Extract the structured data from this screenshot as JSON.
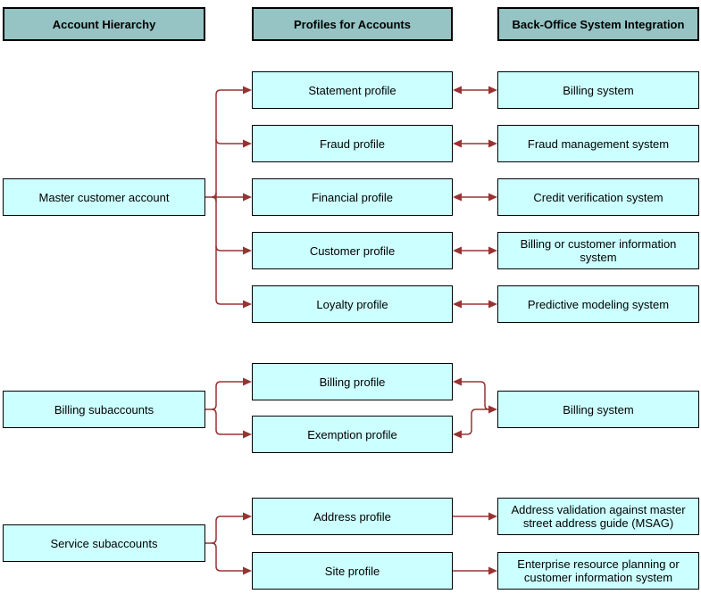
{
  "headers": {
    "account_hierarchy": "Account Hierarchy",
    "profiles_for_accounts": "Profiles for Accounts",
    "back_office": "Back-Office System Integration"
  },
  "accounts": {
    "master": "Master customer account",
    "billing_subaccounts": "Billing subaccounts",
    "service_subaccounts": "Service subaccounts"
  },
  "profiles": {
    "statement": "Statement profile",
    "fraud": "Fraud profile",
    "financial": "Financial profile",
    "customer": "Customer profile",
    "loyalty": "Loyalty profile",
    "billing": "Billing profile",
    "exemption": "Exemption profile",
    "address": "Address profile",
    "site": "Site profile"
  },
  "systems": {
    "billing_top": "Billing system",
    "fraud_management": "Fraud management system",
    "credit_verification": "Credit verification system",
    "billing_or_customer_info": "Billing or customer information system",
    "predictive_modeling": "Predictive modeling system",
    "billing_mid": "Billing system",
    "address_validation": "Address validation against master street address guide (MSAG)",
    "erp_or_customer_info": "Enterprise resource planning or customer information system"
  },
  "colors": {
    "header_fill": "#96C4C4",
    "box_fill": "#CCFFFF",
    "border": "#000000",
    "arrow": "#993333",
    "background": "#FFFFFF"
  }
}
